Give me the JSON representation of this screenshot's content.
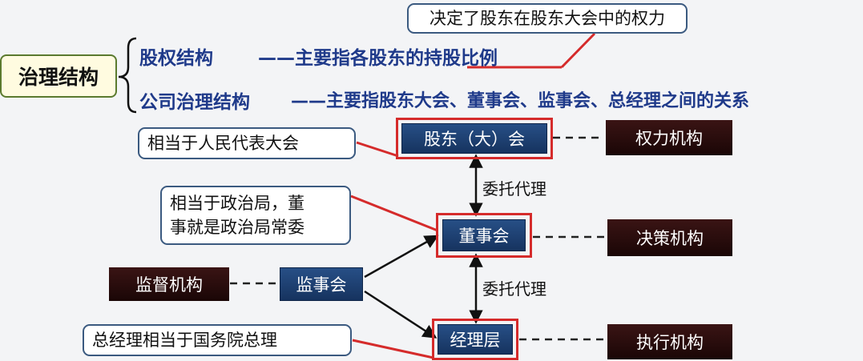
{
  "main_label": "治理结构",
  "branches": {
    "equity": {
      "term": "股权结构",
      "prefix": "——主要指各股东的",
      "emphasis": "持股比例"
    },
    "corporate": {
      "term": "公司治理结构",
      "desc": "——主要指股东大会、董事会、监事会、总经理之间的关系"
    }
  },
  "callouts": {
    "top": "决定了股东在股东大会中的权力",
    "shareholders": "相当于人民代表大会",
    "board_line1": "相当于政治局，董",
    "board_line2": "事就是政治局常委",
    "management": "总经理相当于国务院总理"
  },
  "nodes": {
    "shareholders": "股东（大）会",
    "board": "董事会",
    "supervisors": "监事会",
    "management": "经理层"
  },
  "roles": {
    "power": "权力机构",
    "decision": "决策机构",
    "supervision": "监督机构",
    "execution": "执行机构"
  },
  "edges": {
    "delegation_upper": "委托代理",
    "delegation_lower": "委托代理"
  },
  "colors": {
    "title_blue": "#1f3a8a",
    "callout_red": "#d52b2b",
    "node_blue": "#1d3f70",
    "role_dark": "#2a0c0c"
  }
}
